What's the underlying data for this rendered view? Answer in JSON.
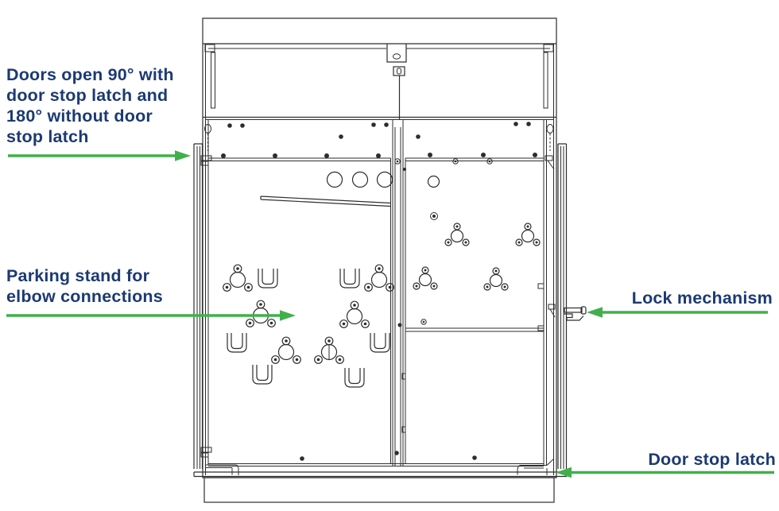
{
  "colors": {
    "label": "#1c3a73",
    "arrow": "#41b04b",
    "line": "#2d2d2d",
    "background": "#ffffff"
  },
  "annotations": {
    "doors_open": {
      "lines": [
        "Doors open 90° with",
        "door stop latch and",
        "180° without door",
        "stop latch"
      ]
    },
    "parking_stand": {
      "lines": [
        "Parking stand for",
        "elbow connections"
      ]
    },
    "lock_mechanism": {
      "text": "Lock mechanism"
    },
    "door_stop_latch": {
      "text": "Door stop latch"
    }
  }
}
